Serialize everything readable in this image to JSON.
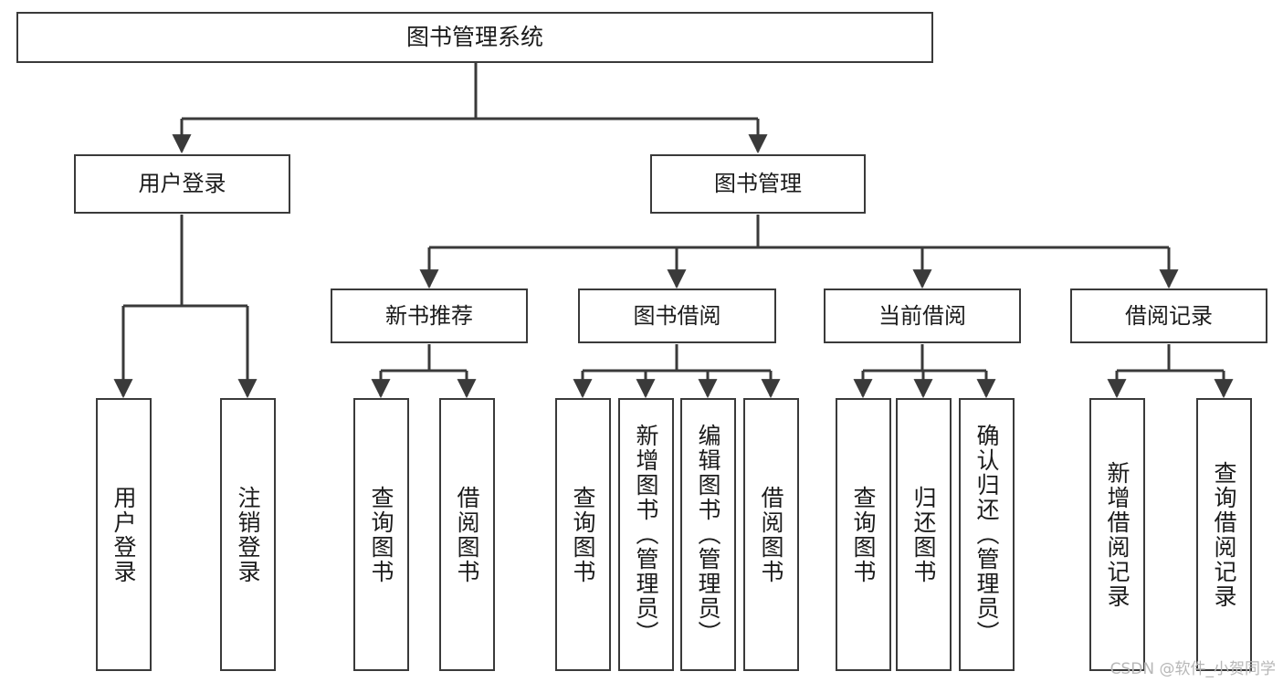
{
  "diagram": {
    "title": "图书管理系统",
    "type": "tree",
    "stroke_color": "#3a3a3a",
    "text_color": "#1b1b1b",
    "background_color": "#ffffff"
  },
  "watermark": {
    "text": "CSDN @软件_小贺同学",
    "color": "#b7b7b7"
  },
  "nodes": {
    "root": {
      "label": "图书管理系统"
    },
    "level2": [
      {
        "label": "用户登录"
      },
      {
        "label": "图书管理"
      }
    ],
    "level3": [
      {
        "label": "新书推荐"
      },
      {
        "label": "图书借阅"
      },
      {
        "label": "当前借阅"
      },
      {
        "label": "借阅记录"
      }
    ],
    "leaves": {
      "user_login": [
        {
          "label": "用户登录"
        },
        {
          "label": "注销登录"
        }
      ],
      "new_book": [
        {
          "label": "查询图书"
        },
        {
          "label": "借阅图书"
        }
      ],
      "book_borrow": [
        {
          "label": "查询图书"
        },
        {
          "label": "新增图书（管理员）"
        },
        {
          "label": "编辑图书（管理员）"
        },
        {
          "label": "借阅图书"
        }
      ],
      "current_borrow": [
        {
          "label": "查询图书"
        },
        {
          "label": "归还图书"
        },
        {
          "label": "确认归还（管理员）"
        }
      ],
      "borrow_record": [
        {
          "label": "新增借阅记录"
        },
        {
          "label": "查询借阅记录"
        }
      ]
    }
  }
}
